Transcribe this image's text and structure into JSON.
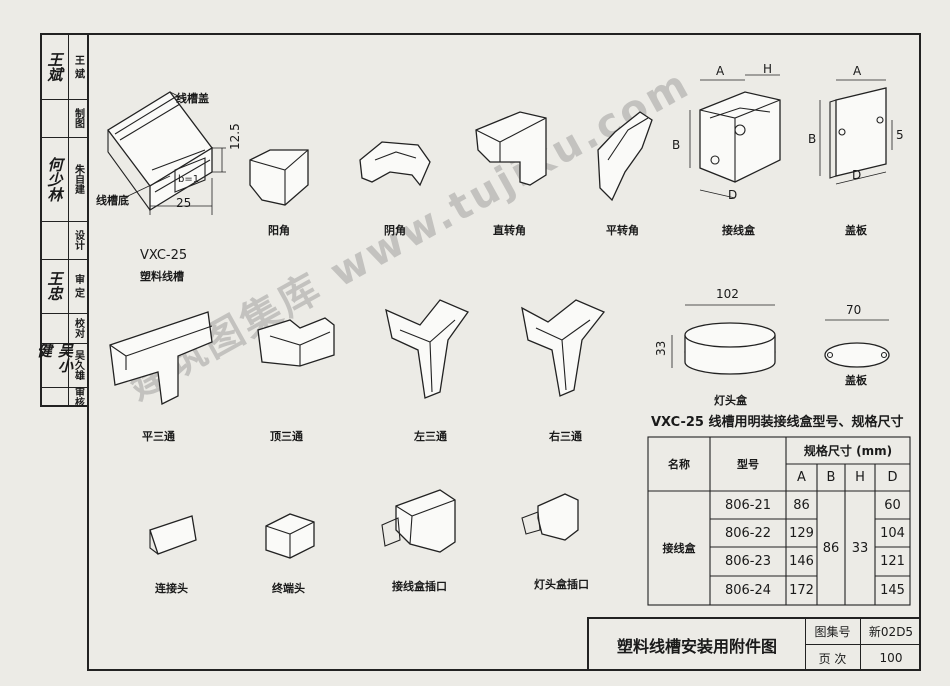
{
  "sidebar": {
    "rows": [
      {
        "signature": "王斌",
        "role": "王 斌"
      },
      {
        "signature": "",
        "role": "制图"
      },
      {
        "signature": "何少林",
        "role": "朱自建"
      },
      {
        "signature": "",
        "role": "设计"
      },
      {
        "signature": "王忠",
        "role": "审 定"
      },
      {
        "signature": "",
        "role": "校对"
      },
      {
        "signature": "吴小健",
        "role": "吴久雄"
      },
      {
        "signature": "",
        "role": "审核"
      }
    ]
  },
  "drawing": {
    "trough": {
      "cover_label": "线槽盖",
      "base_label": "线槽底",
      "dim_width": "25",
      "dim_height": "12.5",
      "dim_thickness": "b=1",
      "model": "VXC-25",
      "caption": "塑料线槽"
    },
    "fittings_row1": [
      "阳角",
      "阴角",
      "直转角",
      "平转角",
      "接线盒",
      "盖板"
    ],
    "fittings_row2": [
      "平三通",
      "顶三通",
      "左三通",
      "右三通",
      "灯头盒",
      "盖板"
    ],
    "fittings_row3": [
      "连接头",
      "终端头",
      "接线盒插口",
      "灯头盒插口"
    ],
    "junction_box_dims": {
      "a": "A",
      "h": "H",
      "b": "B",
      "d": "D"
    },
    "cover_dims": {
      "a": "A",
      "d": "D",
      "b": "B",
      "thickness": "5"
    },
    "lamp_box_dims": {
      "dia": "102",
      "height": "33"
    },
    "lamp_cover_dims": {
      "dia": "70"
    }
  },
  "spec_table": {
    "title": "VXC-25 线槽用明装接线盒型号、规格尺寸",
    "col_name": "名称",
    "col_model": "型号",
    "col_spec": "规格尺寸 (mm)",
    "sub_cols": [
      "A",
      "B",
      "H",
      "D"
    ],
    "row_name": "接线盒",
    "rows": [
      {
        "model": "806-21",
        "a": "86",
        "d": "60"
      },
      {
        "model": "806-22",
        "a": "129",
        "d": "104"
      },
      {
        "model": "806-23",
        "a": "146",
        "d": "121"
      },
      {
        "model": "806-24",
        "a": "172",
        "d": "145"
      }
    ],
    "b_value": "86",
    "h_value": "33"
  },
  "title_block": {
    "title": "塑料线槽安装用附件图",
    "atlas_label": "图集号",
    "atlas_value": "新02D5",
    "page_label": "页 次",
    "page_value": "100"
  },
  "watermark": "建筑图集库 www.tujiku.com"
}
